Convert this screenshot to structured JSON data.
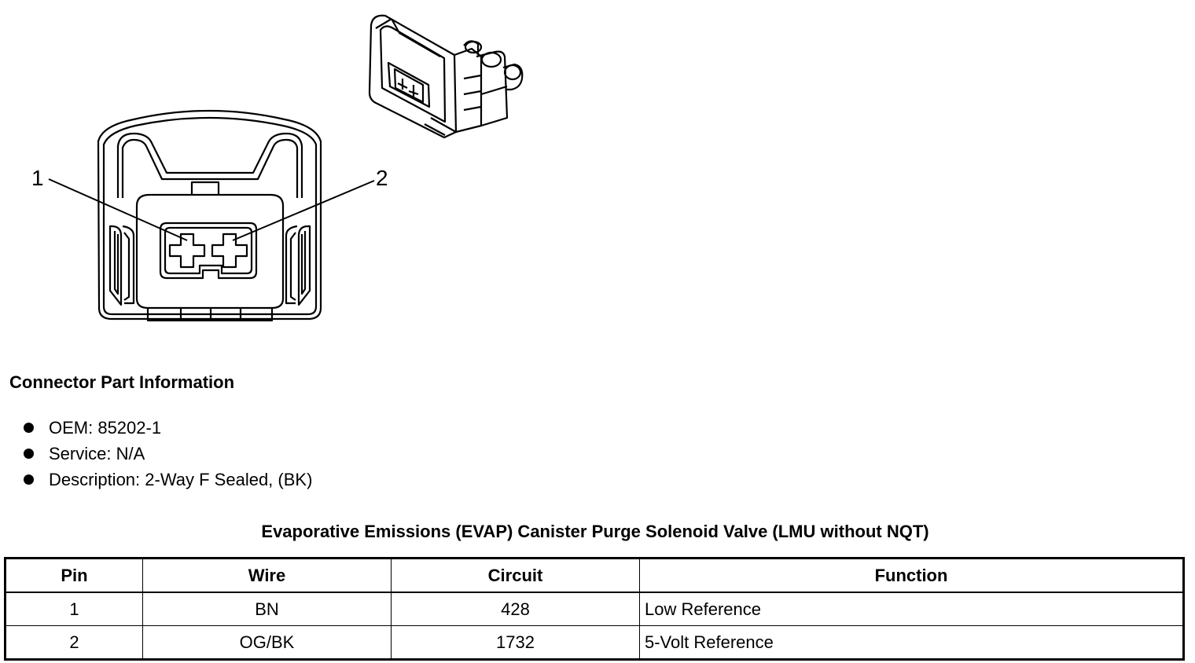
{
  "diagram": {
    "pin_labels": [
      "1",
      "2"
    ]
  },
  "connector_info": {
    "heading": "Connector Part Information",
    "items": [
      "OEM: 85202-1",
      "Service: N/A",
      "Description: 2-Way F Sealed, (BK)"
    ]
  },
  "pinout_table": {
    "title": "Evaporative Emissions (EVAP) Canister Purge Solenoid Valve (LMU without NQT)",
    "headers": [
      "Pin",
      "Wire",
      "Circuit",
      "Function"
    ],
    "rows": [
      [
        "1",
        "BN",
        "428",
        "Low Reference"
      ],
      [
        "2",
        "OG/BK",
        "1732",
        "5-Volt Reference"
      ]
    ]
  }
}
